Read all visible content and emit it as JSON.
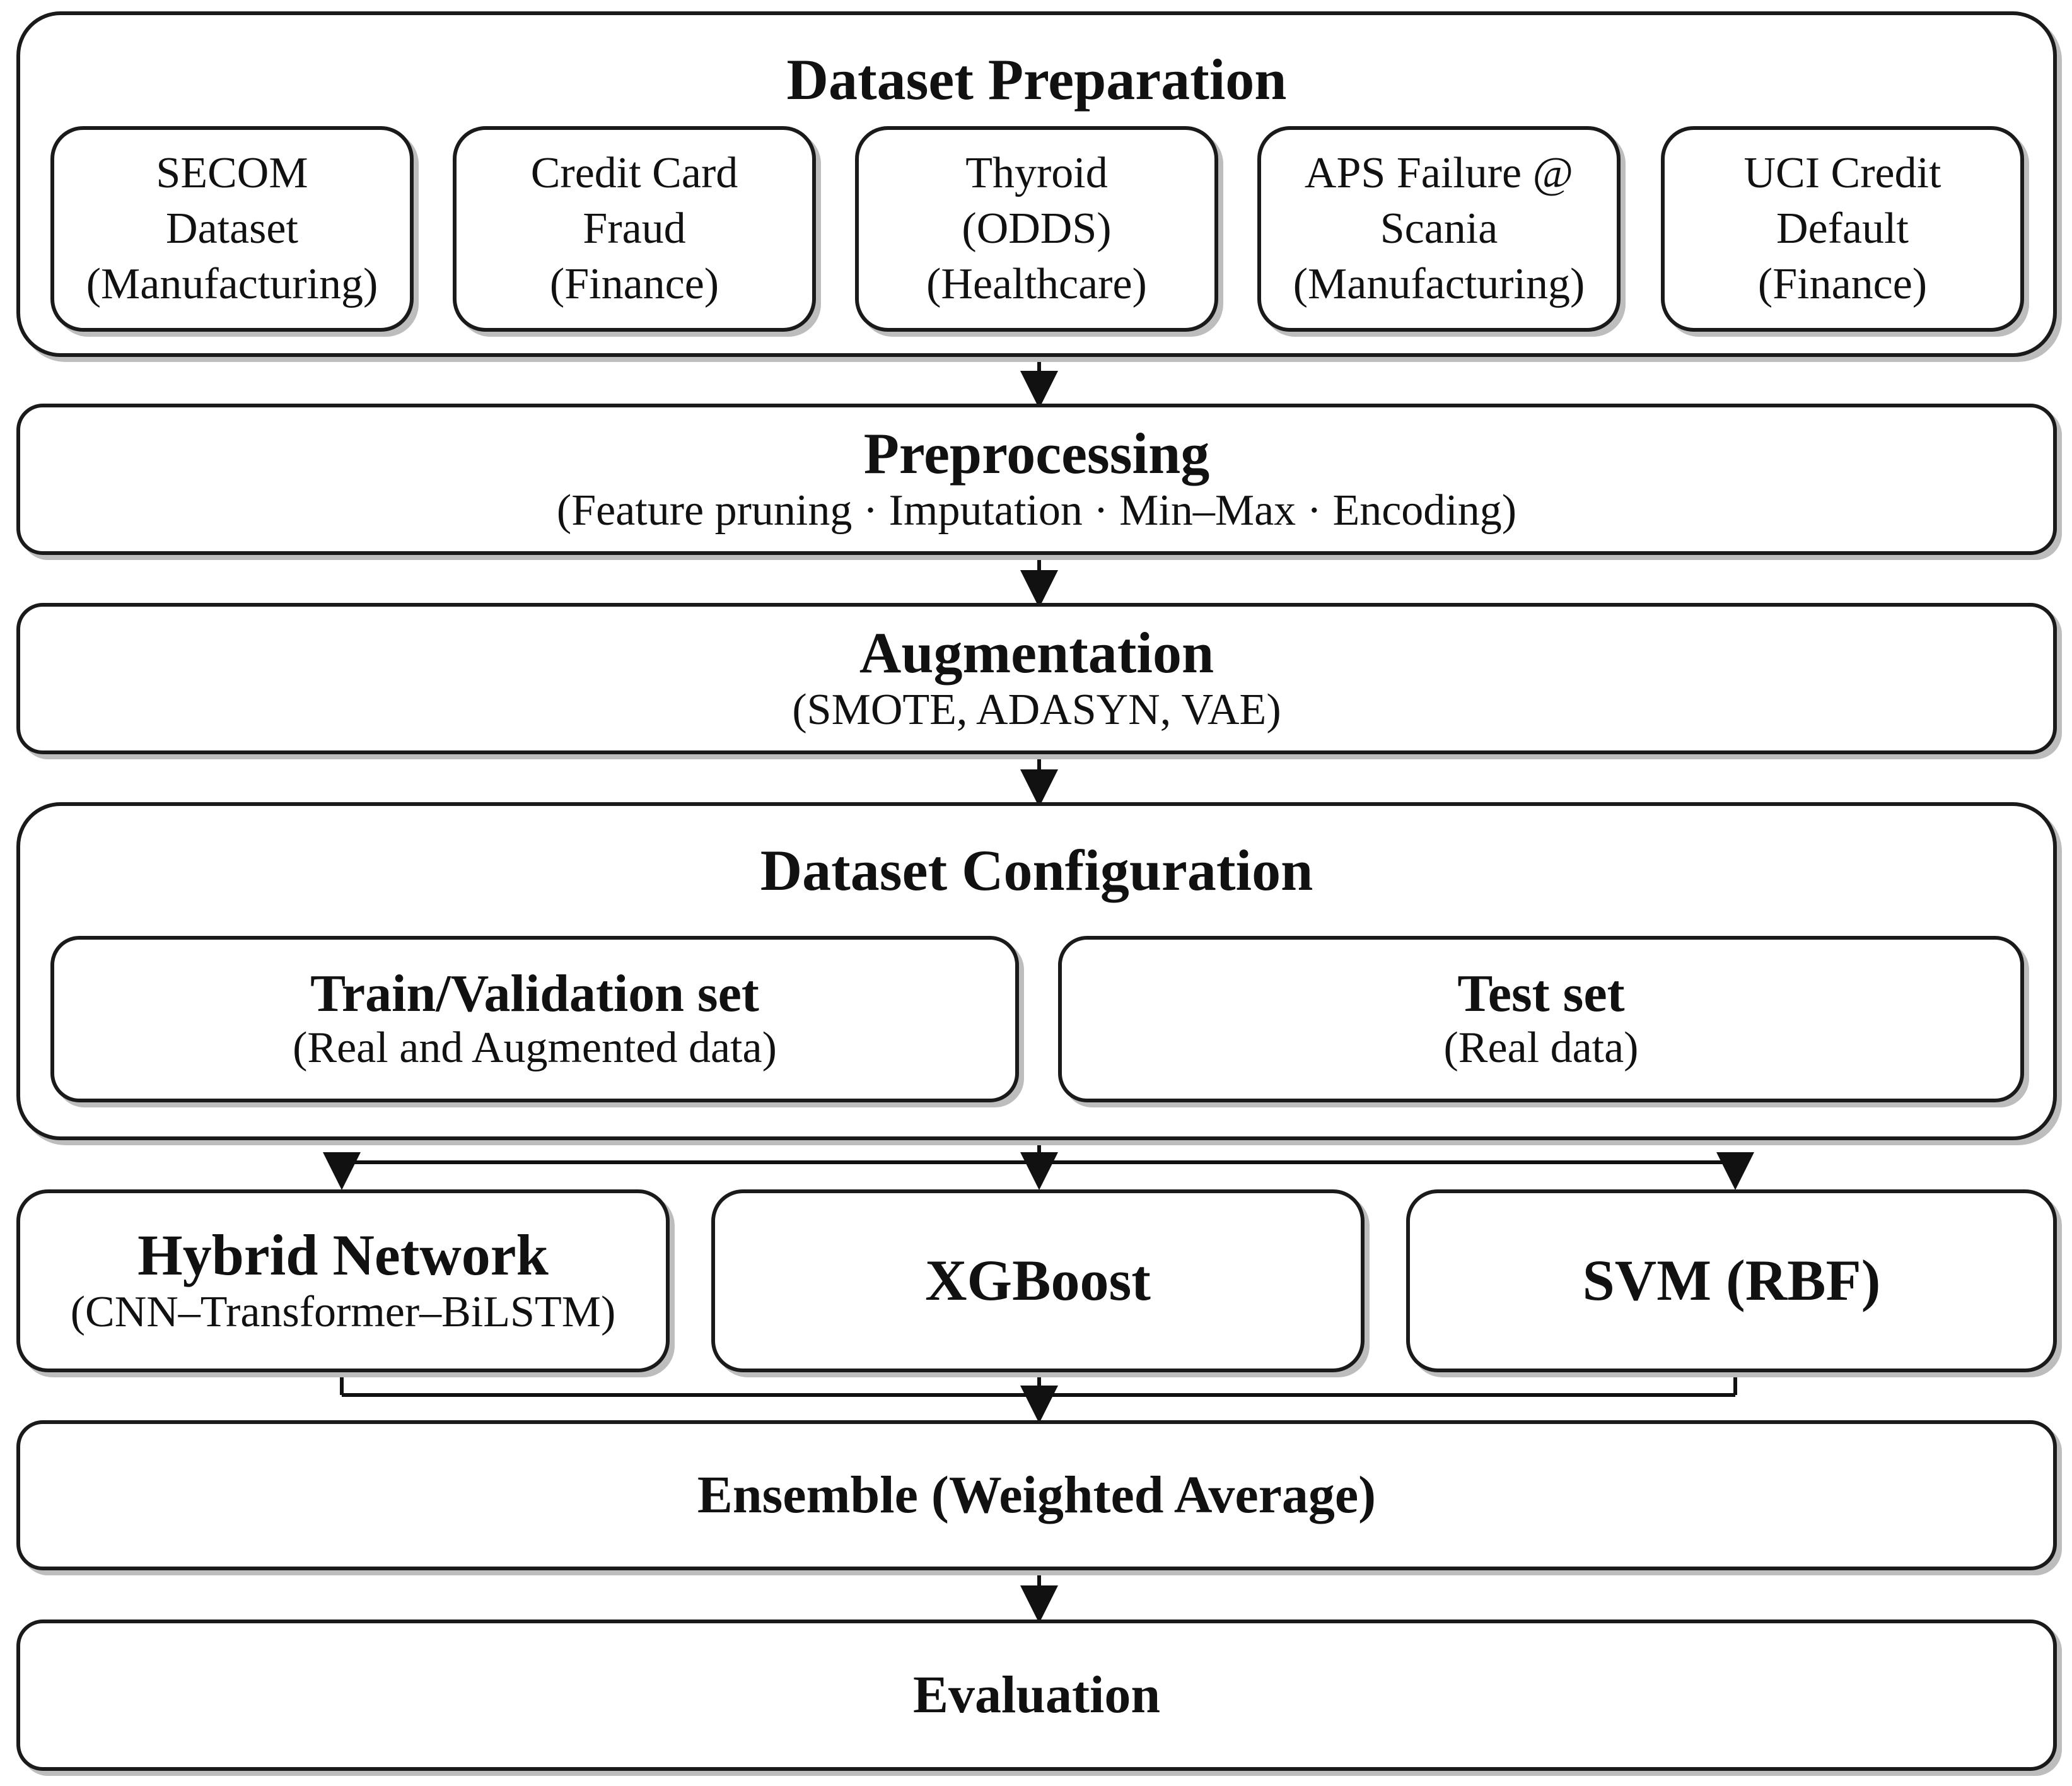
{
  "dataset_preparation": {
    "title": "Dataset Preparation",
    "datasets": [
      {
        "lines": [
          "SECOM",
          "Dataset",
          "(Manufacturing)"
        ]
      },
      {
        "lines": [
          "Credit Card",
          "Fraud",
          "(Finance)"
        ]
      },
      {
        "lines": [
          "Thyroid",
          "(ODDS)",
          "(Healthcare)"
        ]
      },
      {
        "lines": [
          "APS Failure @",
          "Scania",
          "(Manufacturing)"
        ]
      },
      {
        "lines": [
          "UCI Credit",
          "Default",
          "(Finance)"
        ]
      }
    ]
  },
  "preprocessing": {
    "title": "Preprocessing",
    "subtitle": "(Feature pruning · Imputation · Min–Max · Encoding)"
  },
  "augmentation": {
    "title": "Augmentation",
    "subtitle": "(SMOTE, ADASYN, VAE)"
  },
  "dataset_configuration": {
    "title": "Dataset Configuration",
    "train": {
      "title": "Train/Validation set",
      "subtitle": "(Real and Augmented data)"
    },
    "test": {
      "title": "Test set",
      "subtitle": "(Real data)"
    }
  },
  "models": {
    "hybrid": {
      "title": "Hybrid Network",
      "subtitle": "(CNN–Transformer–BiLSTM)"
    },
    "xgboost": {
      "title": "XGBoost"
    },
    "svm": {
      "title": "SVM (RBF)"
    }
  },
  "ensemble": {
    "title": "Ensemble (Weighted Average)"
  },
  "evaluation": {
    "title": "Evaluation"
  }
}
